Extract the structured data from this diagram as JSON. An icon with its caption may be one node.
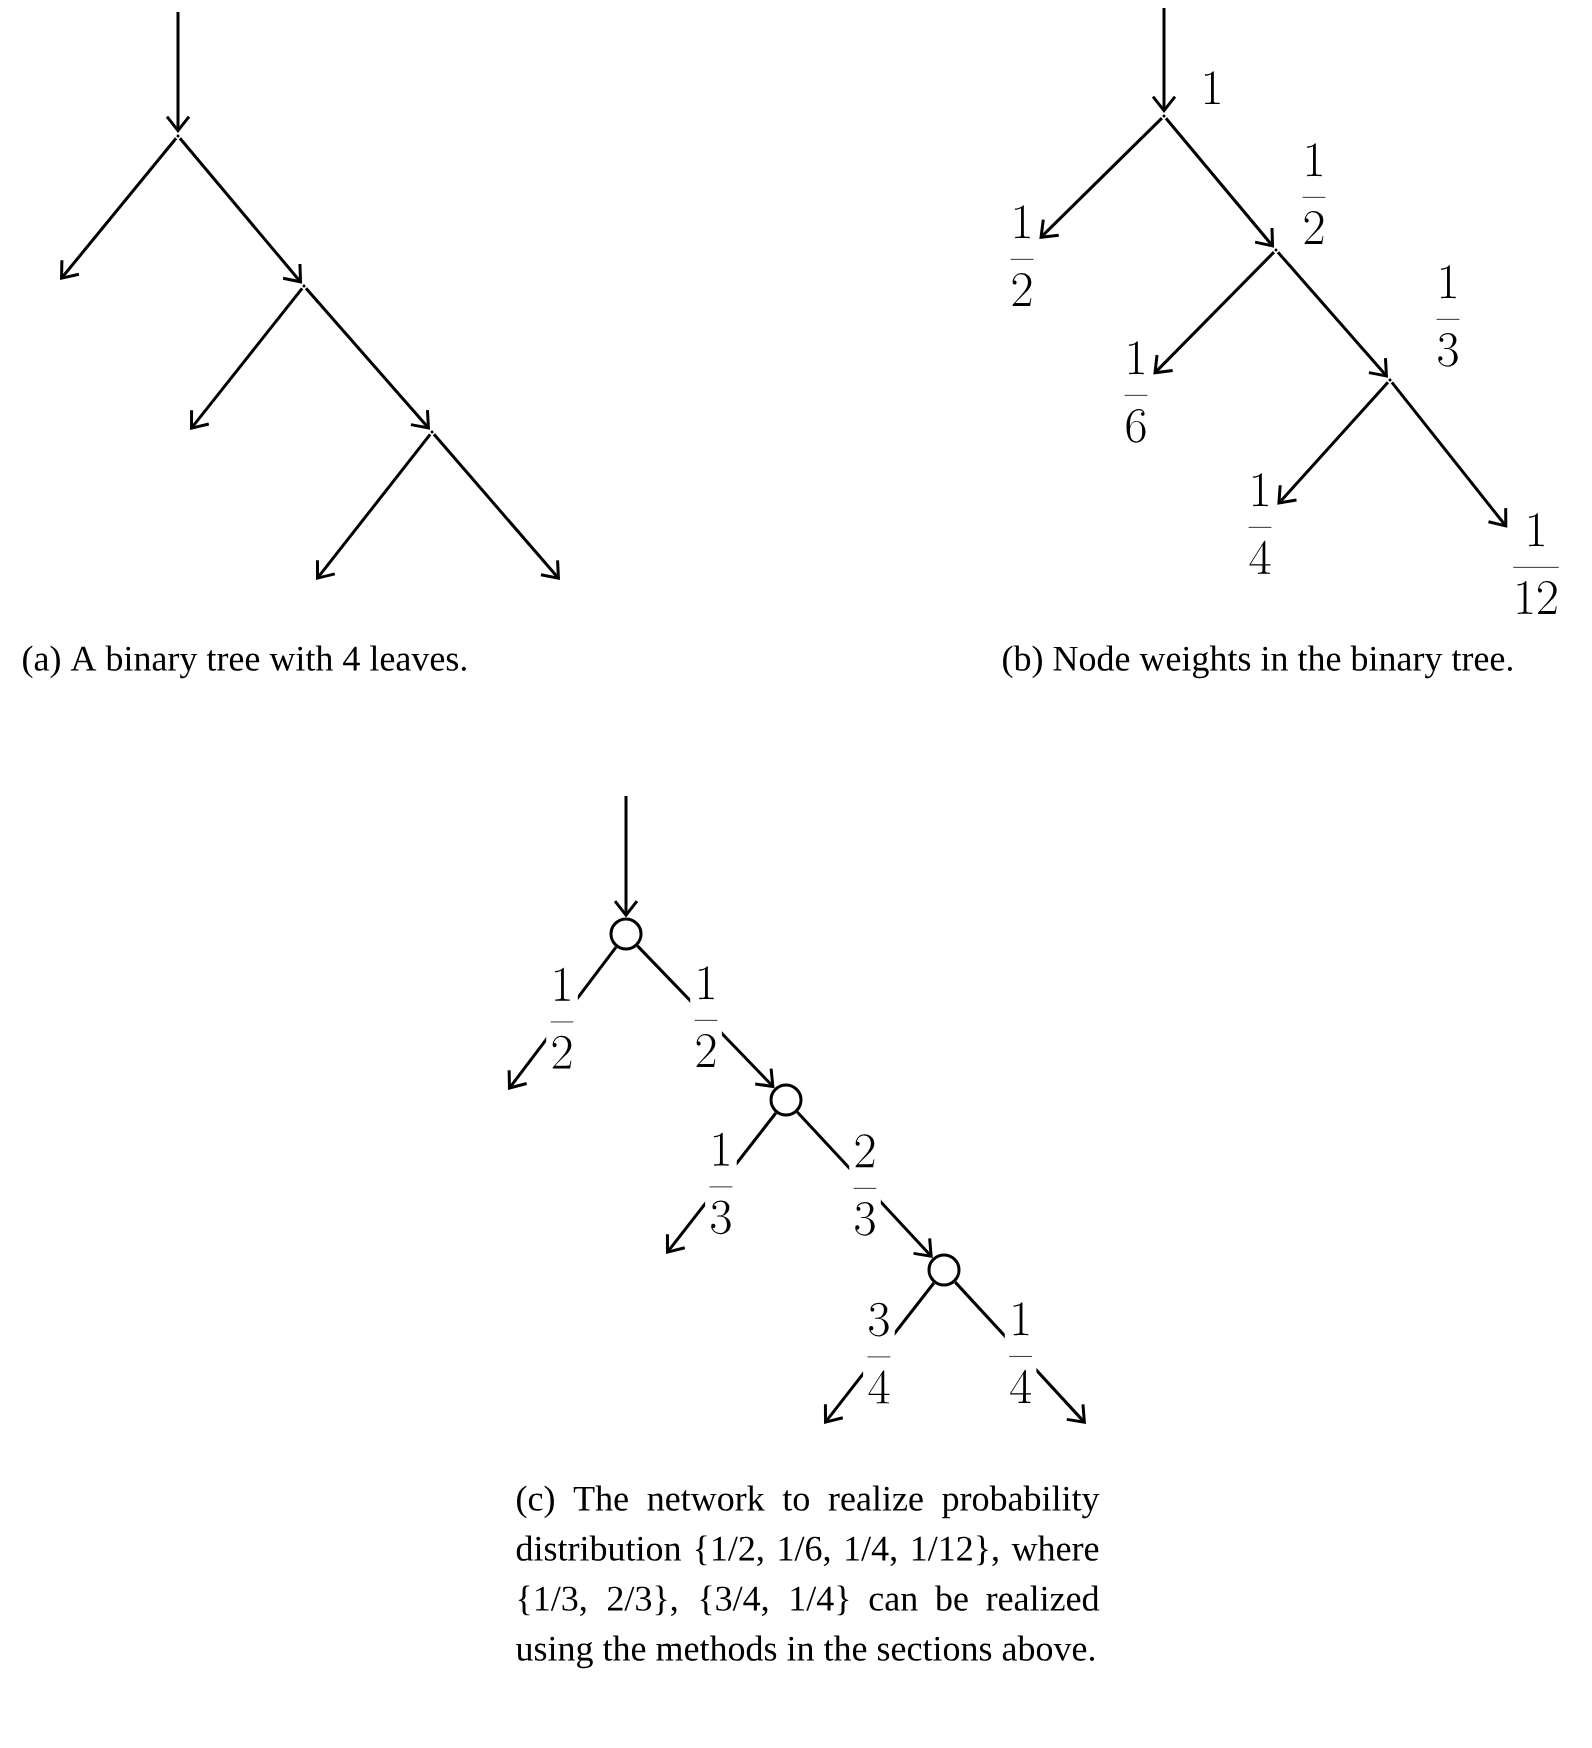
{
  "diagram": {
    "nodes": [
      {
        "text": [],
        "shape": "point"
      },
      {
        "text": [],
        "shape": "point"
      },
      {
        "text": [],
        "shape": "point"
      },
      {
        "text": [],
        "shape": "point",
        "beside": [
          "1"
        ]
      },
      {
        "text": [
          "\\frac{1}{2}"
        ]
      },
      {
        "text": [],
        "shape": "point",
        "beside": [
          "\\frac{1}{2}"
        ]
      },
      {
        "text": [
          "\\frac{1}{6}"
        ]
      },
      {
        "text": [],
        "shape": "point",
        "beside": [
          "\\frac{1}{3}"
        ]
      },
      {
        "text": [
          "\\frac{1}{4}"
        ]
      },
      {
        "text": [
          "\\frac{1}{12}"
        ]
      },
      {
        "text": [],
        "shape": "circle"
      },
      {
        "text": [],
        "shape": "circle"
      },
      {
        "text": [],
        "shape": "circle"
      }
    ],
    "edges": [
      {
        "from": null,
        "to": 0,
        "arrow": "to"
      },
      {
        "from": 0,
        "to": null,
        "arrow": "to"
      },
      {
        "from": 0,
        "to": 1,
        "arrow": "to"
      },
      {
        "from": 1,
        "to": null,
        "arrow": "to"
      },
      {
        "from": 1,
        "to": 2,
        "arrow": "to"
      },
      {
        "from": 2,
        "to": null,
        "arrow": "to"
      },
      {
        "from": 2,
        "to": null,
        "arrow": "to"
      },
      {
        "from": null,
        "to": 3,
        "arrow": "to"
      },
      {
        "from": 3,
        "to": 4,
        "arrow": "to"
      },
      {
        "from": 3,
        "to": 5,
        "arrow": "to"
      },
      {
        "from": 5,
        "to": 6,
        "arrow": "to"
      },
      {
        "from": 5,
        "to": 7,
        "arrow": "to"
      },
      {
        "from": 7,
        "to": 8,
        "arrow": "to"
      },
      {
        "from": 7,
        "to": 9,
        "arrow": "to"
      },
      {
        "from": null,
        "to": 10,
        "arrow": "to"
      },
      {
        "from": 10,
        "to": null,
        "arrow": "to",
        "label": "\\frac{1}{2}"
      },
      {
        "from": 10,
        "to": 11,
        "arrow": "to",
        "label": "\\frac{1}{2}"
      },
      {
        "from": 11,
        "to": null,
        "arrow": "to",
        "label": "\\frac{1}{3}"
      },
      {
        "from": 11,
        "to": 12,
        "arrow": "to",
        "label": "\\frac{2}{3}"
      },
      {
        "from": 12,
        "to": null,
        "arrow": "to",
        "label": "\\frac{3}{4}"
      },
      {
        "from": 12,
        "to": null,
        "arrow": "to",
        "label": "\\frac{1}{4}"
      }
    ],
    "labels": [
      "(a) A binary tree with 4 leaves.",
      "(b) Node weights in the binary tree.",
      "(c) The network to realize probability distribution {1/2, 1/6, 1/4, 1/12}, where {1/3, 2/3}, {3/4, 1/4} can be realized using the methods in the sections above."
    ]
  }
}
